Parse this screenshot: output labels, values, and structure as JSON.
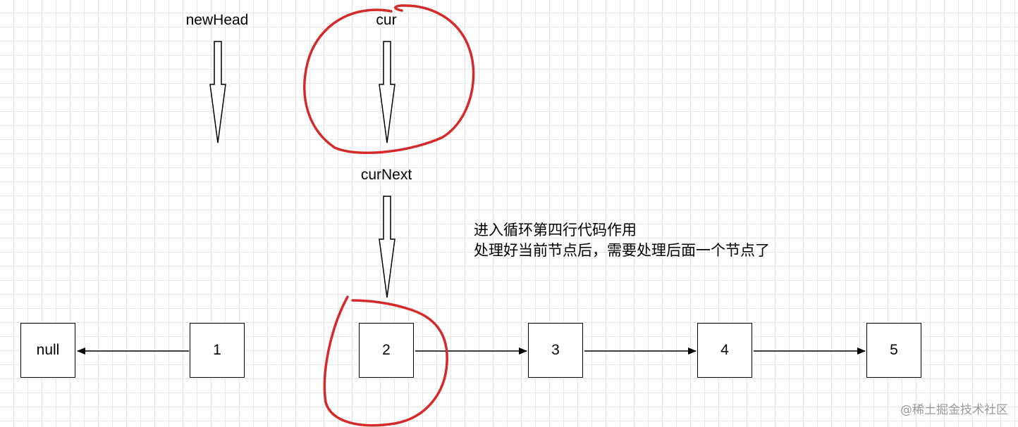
{
  "pointers": {
    "new_head": "newHead",
    "cur": "cur",
    "cur_next": "curNext"
  },
  "nodes": [
    "null",
    "1",
    "2",
    "3",
    "4",
    "5"
  ],
  "note": {
    "line1": "进入循环第四行代码作用",
    "line2": "处理好当前节点后，需要处理后面一个节点了"
  },
  "watermark": "@稀土掘金技术社区",
  "colors": {
    "highlight": "#d42a2a",
    "grid": "#e6e6e6",
    "stroke": "#000000"
  }
}
